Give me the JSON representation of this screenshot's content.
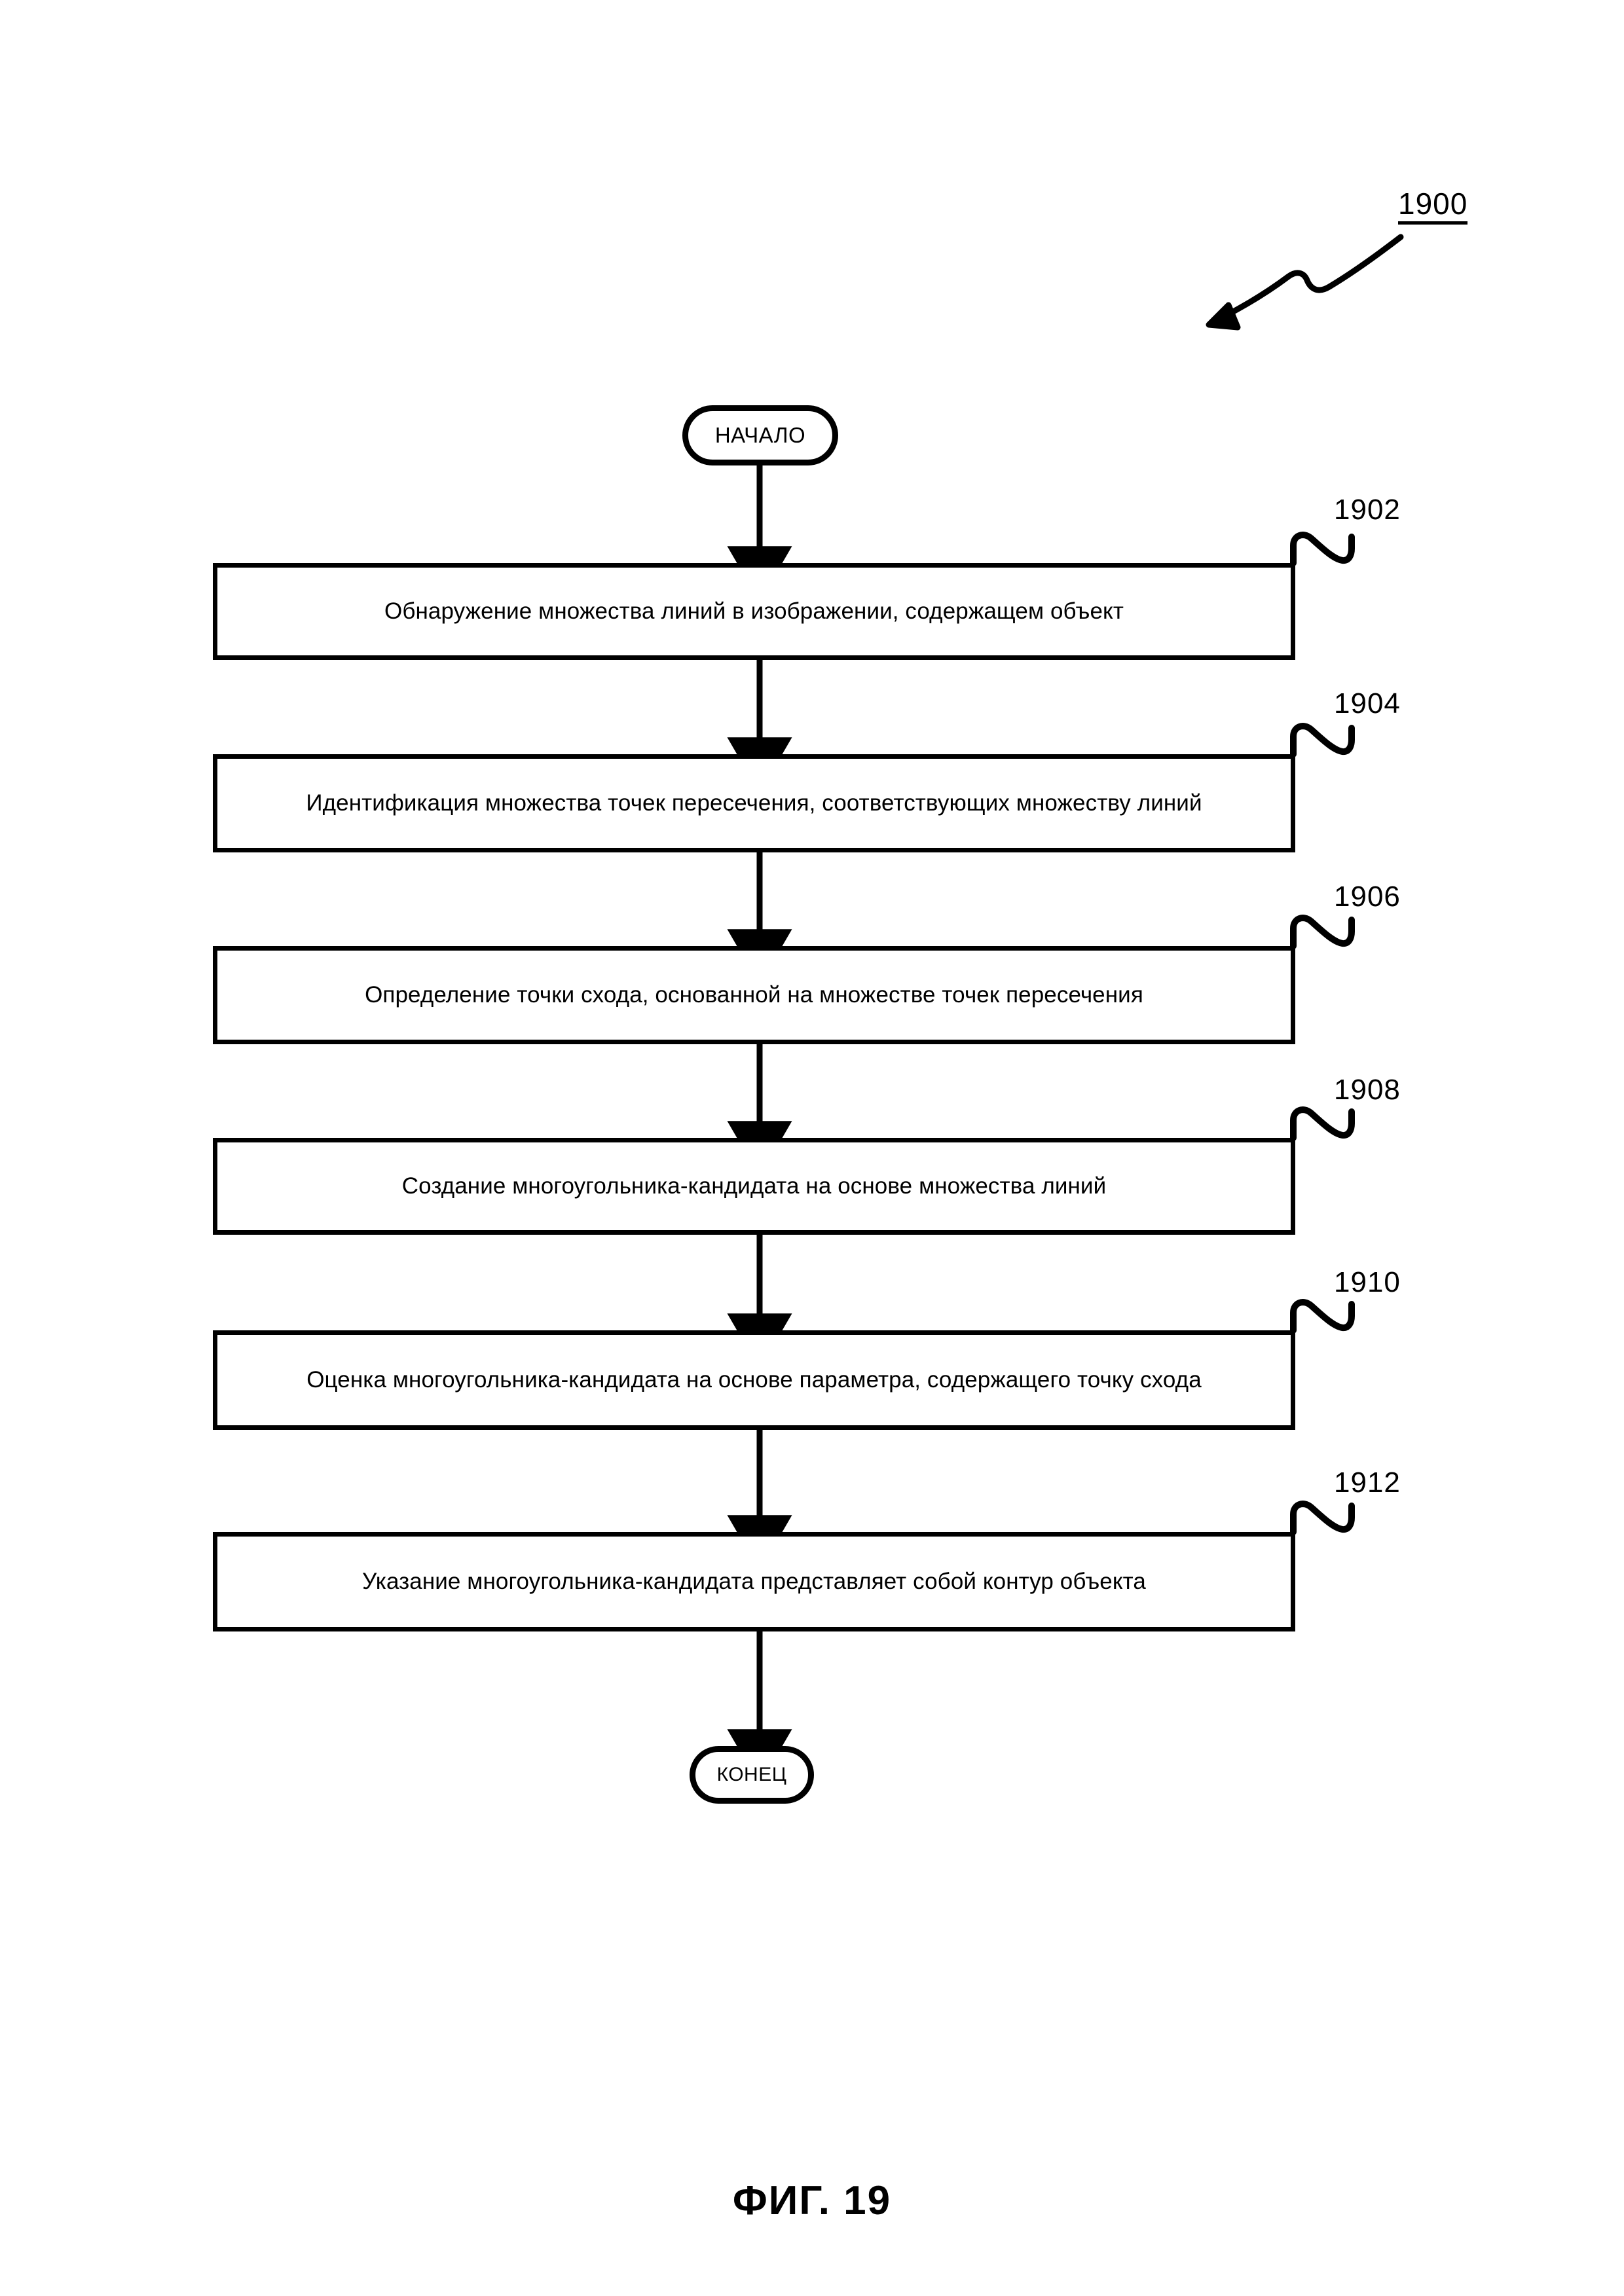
{
  "figure": {
    "reference_number": "1900",
    "caption": "ФИГ. 19"
  },
  "flowchart": {
    "start_terminator": {
      "label": "НАЧАЛО",
      "shape": "stadium"
    },
    "end_terminator": {
      "label": "КОНЕЦ",
      "shape": "stadium"
    },
    "steps": [
      {
        "ref": "1902",
        "text": "Обнаружение множества линий в изображении, содержащем объект",
        "lines": 1
      },
      {
        "ref": "1904",
        "text": "Идентификация множества точек пересечения, соответствующих множеству линий",
        "lines": 2
      },
      {
        "ref": "1906",
        "text": "Определение точки схода, основанной на множестве точек пересечения",
        "lines": 1
      },
      {
        "ref": "1908",
        "text": "Создание многоугольника-кандидата на основе множества линий",
        "lines": 1
      },
      {
        "ref": "1910",
        "text": "Оценка многоугольника-кандидата на основе параметра, содержащего точку схода",
        "lines": 2
      },
      {
        "ref": "1912",
        "text": "Указание многоугольника-кандидата представляет собой контур объекта",
        "lines": 1
      }
    ]
  },
  "colors": {
    "ink": "#000000",
    "paper": "#ffffff"
  }
}
